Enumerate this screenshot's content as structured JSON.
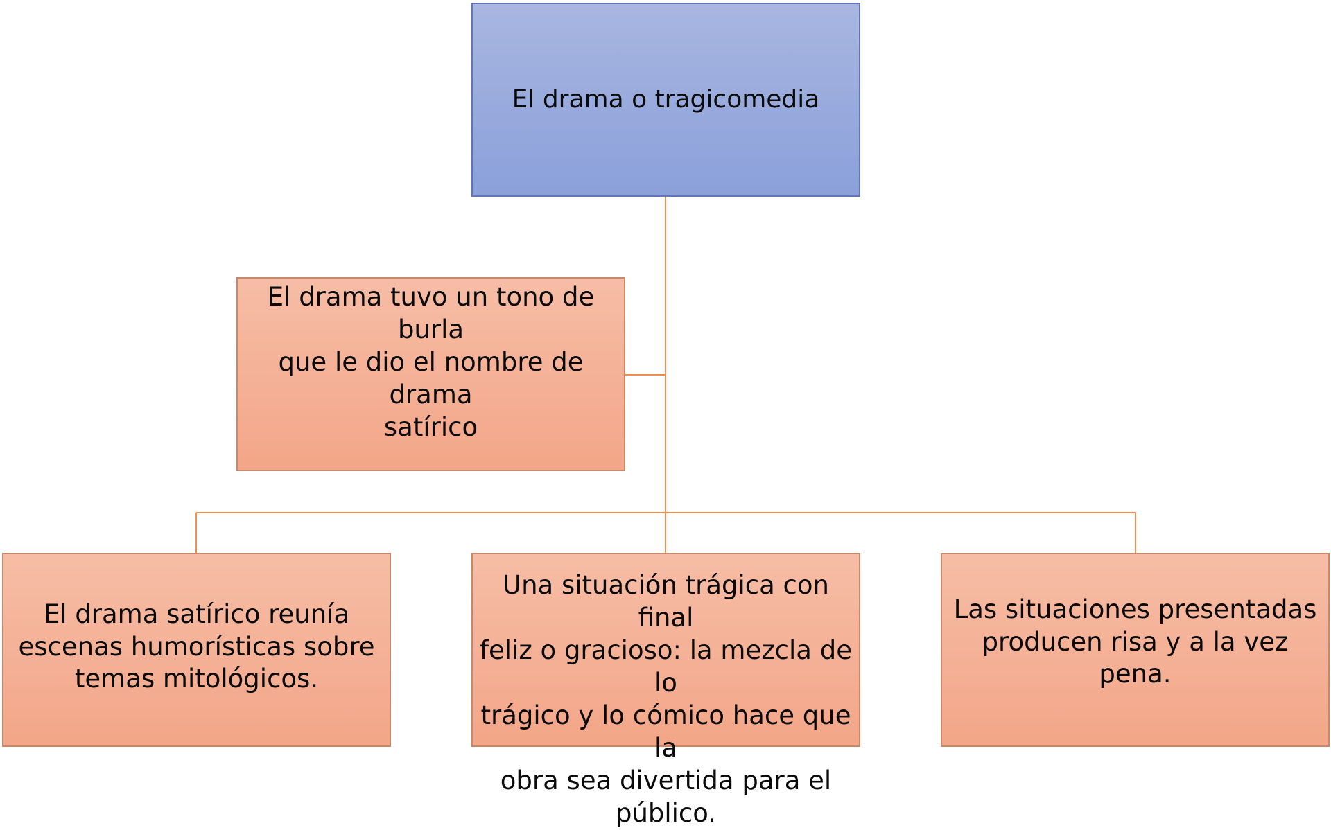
{
  "colors": {
    "connector": "#ed8f4f",
    "root_fill_top": "#a8b6e0",
    "root_fill_bottom": "#8ba0da",
    "child_fill_top": "#f6bda6",
    "child_fill_bottom": "#f3a688"
  },
  "nodes": {
    "root": "El drama o tragicomedia",
    "side": "El drama tuvo un tono de burla\nque le dio el nombre  de drama\nsatírico",
    "bottom_left": "El drama satírico reunía\nescenas humorísticas sobre\ntemas mitológicos.",
    "bottom_center": "Una situación trágica con final\nfeliz o gracioso: la mezcla de lo\ntrágico y lo cómico hace que la\nobra sea divertida para el\npúblico.",
    "bottom_right": "Las situaciones presentadas\nproducen risa y a la vez pena."
  }
}
